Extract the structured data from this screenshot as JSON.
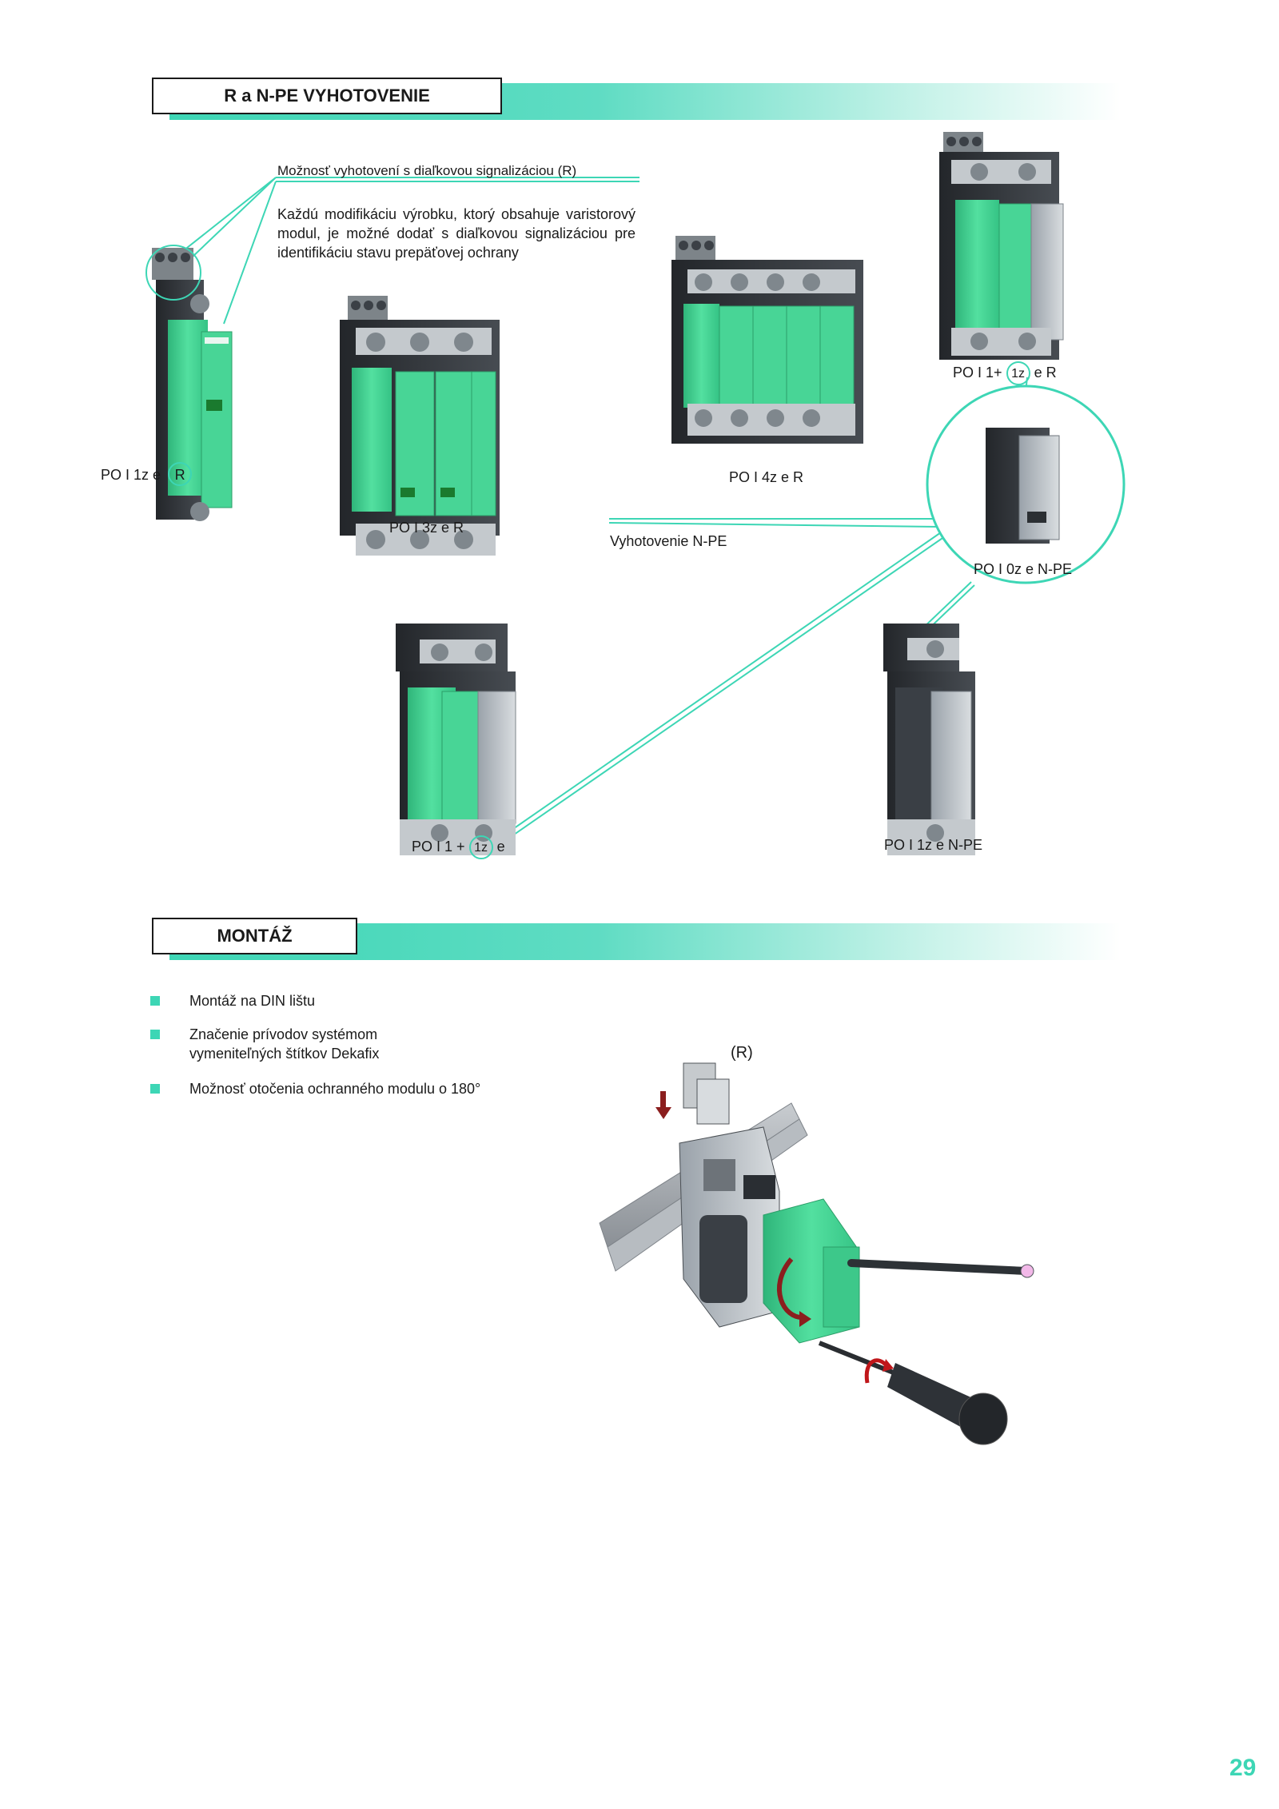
{
  "section1": {
    "title": "R a N-PE VYHOTOVENIE"
  },
  "callout": {
    "heading": "Možnosť vyhotovení s diaľkovou signalizáciou (R)",
    "body": "Každú modifikáciu výrobku, ktorý obsahuje varistorový modul, je možné dodať s diaľkovou signalizáciou pre identifikáciu stavu prepäťovej ochrany"
  },
  "products": {
    "p1_prefix": "PO I 1z e",
    "p1_mark": "R",
    "p3": "PO I 3z e R",
    "p4": "PO I 4z e R",
    "p11_prefix": "PO I 1+",
    "p11_mark": "1z",
    "p11_suffix": "e R",
    "np_title": "Vyhotovenie N-PE",
    "p0": "PO I 0z e N-PE",
    "p11e_prefix": "PO I 1 +",
    "p11e_mark": "1z",
    "p11e_suffix": "e",
    "p1np": "PO I 1z e N-PE"
  },
  "section2": {
    "title": "MONTÁŽ"
  },
  "bullets": [
    "Montáž na DIN lištu",
    "Značenie prívodov systémom vymeniteľných štítkov Dekafix",
    "Možnosť otočenia ochranného modulu o 180°"
  ],
  "figure_label": "(R)",
  "page_number": "29",
  "colors": {
    "accent": "#3dd6b5",
    "module_green": "#3fcf8e",
    "housing_dark": "#2f3338"
  }
}
